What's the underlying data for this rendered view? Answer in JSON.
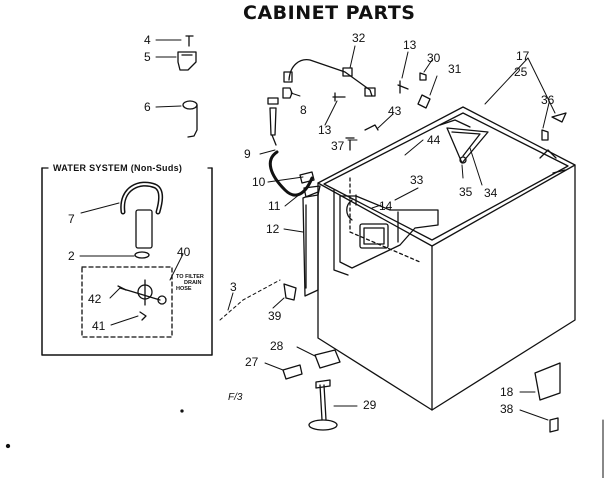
{
  "title": "CABINET PARTS",
  "inset": {
    "title": "WATER SYSTEM (Non-Suds)",
    "note_line1": "TO FILTER",
    "note_line2": "DRAIN",
    "note_line3": "HOSE"
  },
  "figure_ref": "F/3",
  "callouts": {
    "c4": "4",
    "c5": "5",
    "c6": "6",
    "c32": "32",
    "c13a": "13",
    "c30": "30",
    "c31": "31",
    "c17": "17",
    "c25": "25",
    "c8": "8",
    "c13b": "13",
    "c43": "43",
    "c36": "36",
    "c37": "37",
    "c44": "44",
    "c9": "9",
    "c10": "10",
    "c11": "11",
    "c33": "33",
    "c14": "14",
    "c35": "35",
    "c34": "34",
    "c12": "12",
    "c7": "7",
    "c2": "2",
    "c40": "40",
    "c42": "42",
    "c41": "41",
    "c3": "3",
    "c39": "39",
    "c28": "28",
    "c27": "27",
    "c29": "29",
    "c18": "18",
    "c38": "38"
  }
}
